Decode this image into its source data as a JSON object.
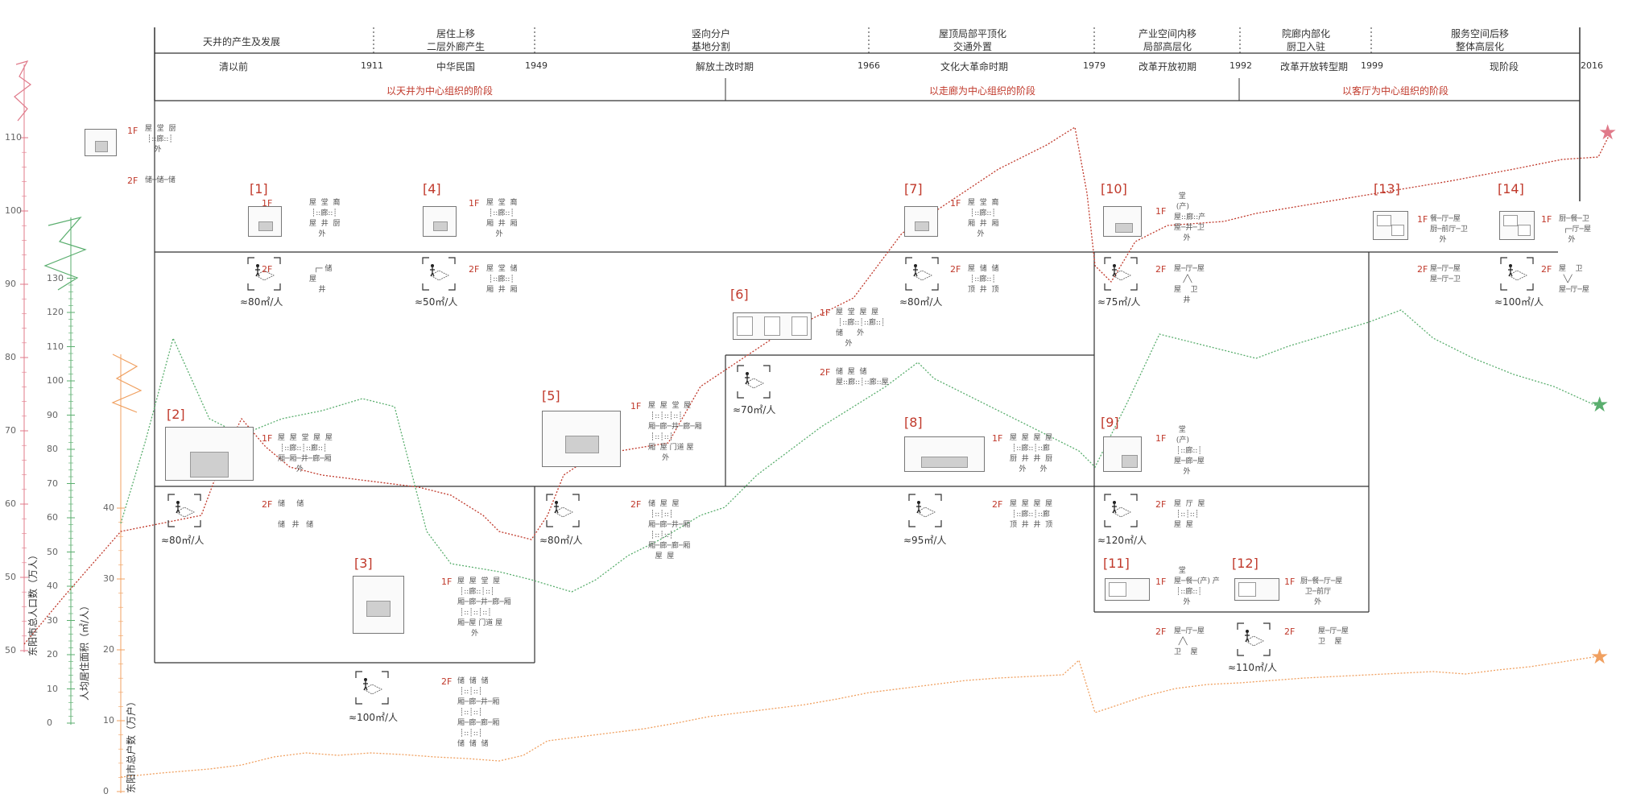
{
  "phases": [
    "天井的产生及发展",
    "居住上移\n二层外廊产生",
    "竖向分户\n基地分割",
    "屋顶局部平顶化\n交通外置",
    "产业空间内移\n局部高层化",
    "院廊内部化\n厨卫入驻",
    "服务空间后移\n整体高层化"
  ],
  "periods": [
    "清以前",
    "中华民国",
    "解放土改时期",
    "文化大革命时期",
    "改革开放初期",
    "改革开放转型期",
    "现阶段"
  ],
  "years": [
    "1911",
    "1949",
    "1966",
    "1979",
    "1992",
    "1999",
    "2016"
  ],
  "stages": [
    "以天井为中心组织的阶段",
    "以走廊为中心组织的阶段",
    "以客厅为中心组织的阶段"
  ],
  "axes": {
    "population": {
      "label": "东阳市总人口数（万人）",
      "ticks": [
        "50",
        "50",
        "60",
        "70",
        "80",
        "90",
        "100",
        "110"
      ],
      "color": "#e07a8a"
    },
    "area": {
      "label": "人均居住面积（㎡/人）",
      "ticks": [
        "0",
        "10",
        "20",
        "30",
        "40",
        "50",
        "60",
        "70",
        "80",
        "90",
        "100",
        "110",
        "120",
        "130"
      ],
      "color": "#5aae6e"
    },
    "households": {
      "label": "东阳市总户数（万户）",
      "ticks": [
        "0",
        "10",
        "20",
        "30",
        "40"
      ],
      "color": "#f0a060"
    }
  },
  "floors": {
    "f1": "1F",
    "f2": "2F"
  },
  "cases": [
    {
      "num": "[1]",
      "area": "≈80㎡/人"
    },
    {
      "num": "[2]",
      "area": "≈80㎡/人"
    },
    {
      "num": "[3]",
      "area": "≈100㎡/人"
    },
    {
      "num": "[4]",
      "area": "≈50㎡/人"
    },
    {
      "num": "[5]",
      "area": "≈80㎡/人"
    },
    {
      "num": "[6]",
      "area": "≈70㎡/人"
    },
    {
      "num": "[7]",
      "area": "≈80㎡/人"
    },
    {
      "num": "[8]",
      "area": "≈95㎡/人"
    },
    {
      "num": "[9]",
      "area": "≈120㎡/人"
    },
    {
      "num": "[10]",
      "area": "≈75㎡/人"
    },
    {
      "num": "[11]",
      "area": ""
    },
    {
      "num": "[12]",
      "area": "≈110㎡/人"
    },
    {
      "num": "[13]",
      "area": ""
    },
    {
      "num": "[14]",
      "area": "≈100㎡/人"
    }
  ],
  "trees": {
    "t0a": "屋  堂  厨\n ┊::廊::┊\n    外",
    "t0b": "储─储─储",
    "t1a": "屋  堂  裔\n ┊::廊::┊\n屋  井  厨\n    外",
    "t1b": "  ┌─ 储\n屋\n    井",
    "t4a": "屋  堂  裔\n ┊::廊::┊\n厢  井  厢\n    外",
    "t4b": "屋  堂  储\n ┊::廊::┊\n厢  井  厢",
    "t2a": "屋  屋  堂  屋  屋\n ┊::廊::┊::廊::┊\n厢─厢─井─廊─厢\n        外",
    "t2b": "储     储\n\n储   井   储",
    "t3a": "屋  屋  堂  屋\n ┊::廊::┊::┊\n厢─廊─井─廊─厢\n ┊::┊::┊::┊\n厢─屋 门道 屋\n      外",
    "t3b": "储  储  储\n ┊::┊::┊\n厢─廊─井─厢\n ┊::┊::┊\n厢─廊─廊─厢\n ┊::┊::┊\n储  储  储",
    "t5a": "屋  屋  堂  屋\n ┊::┊::┊::┊\n厢─廊─井─廊─厢\n ┊::┊::┊\n厢  屋 门道 屋\n      外",
    "t5b": "储  屋  屋\n ┊::┊::┊\n厢─廊─井─厢\n ┊::┊::┊\n厢─廊─廊─厢\n   屋  屋",
    "t6a": "屋  堂  屋  屋\n ┊::廊::┊::廊::┊\n储      外\n    外",
    "t6b": "储  屋  储\n屋::廊::┊::廊::屋",
    "t7a": "屋  堂  裔\n ┊::廊::┊\n厢  井  厢\n    外",
    "t7b": "屋  储  储\n ┊::廊::┊\n顶  井  顶",
    "t8a": "屋  屋  屋  屋\n ┊::廊::┊::廊\n厨  井  井  厨\n    外      外",
    "t8b": "屋  屋  屋  屋\n ┊::廊::┊::廊\n顶  井  井  顶",
    "t9a": "  堂\n (产)\n ┊::廊::┊\n屋─廊─屋\n    外",
    "t9b": "屋  厅  屋\n ┊::┊::┊\n屋  屋",
    "t10a": "  堂\n (产)\n屋::廊::产\n屋─井─卫\n    外",
    "t10b": "屋─厅─屋\n    ╱╲\n屋    卫\n    井",
    "t11a": "  堂\n屋─餐─(产) 产\n ┊::廊::┊\n    外",
    "t11b": "屋─厅─屋\n  ╱╲\n卫    屋",
    "t12a": "厨─餐─厅─屋\n  卫─前厅\n      外",
    "t12b": "屋─厅─屋\n卫    屋",
    "t13a": "餐─厅─屋\n厨─前厅─卫\n    外",
    "t13b": "屋─厅─屋\n屋─厅─卫",
    "t14a": "厨─餐─卫\n  ┌─厅─屋\n    外",
    "t14b": "屋    卫\n  ╲╱\n屋─厅─屋"
  }
}
